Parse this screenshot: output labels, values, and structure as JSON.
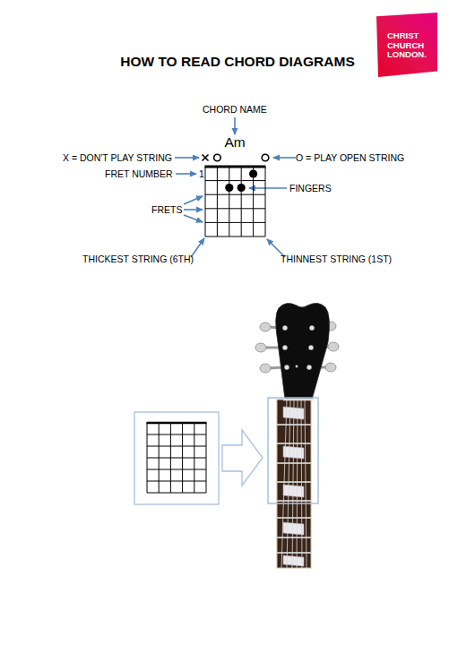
{
  "diagram": {
    "title": "HOW TO READ CHORD DIAGRAMS",
    "nodes": [
      {
        "text": [
          "CHRIST CHURCH LONDON."
        ]
      }
    ],
    "labels": [
      "CHORD NAME",
      "Am",
      "X = DON'T PLAY STRING",
      "O = PLAY OPEN STRING",
      "FRET NUMBER",
      "1",
      "FINGERS",
      "FRETS",
      "THICKEST STRING (6TH)",
      "THINNEST STRING (1ST)"
    ]
  }
}
